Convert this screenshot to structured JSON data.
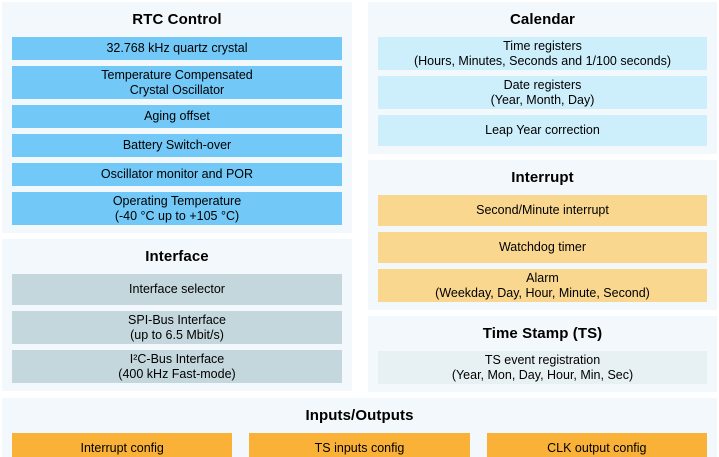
{
  "colors": {
    "page_background": "#ffffff",
    "panel_background": "#f2f8fb",
    "rtc_box": "#72c8f7",
    "calendar_box": "#cdeefb",
    "interface_box": "#c4d7dc",
    "interrupt_box": "#fad78f",
    "io_box": "#f9b237",
    "timestamp_box": "#e7f0f3",
    "text": "#000000"
  },
  "sections": {
    "rtc_control": {
      "title": "RTC Control",
      "boxes": [
        "32.768 kHz quartz crystal",
        "Temperature Compensated\nCrystal Oscillator",
        "Aging offset",
        "Battery Switch-over",
        "Oscillator monitor and POR",
        "Operating Temperature\n(-40 °C up to +105 °C)"
      ]
    },
    "interface": {
      "title": "Interface",
      "boxes": [
        "Interface selector",
        "SPI-Bus Interface\n(up to 6.5 Mbit/s)",
        "I²C-Bus Interface\n(400 kHz Fast-mode)"
      ]
    },
    "calendar": {
      "title": "Calendar",
      "boxes": [
        "Time registers\n(Hours, Minutes, Seconds and 1/100 seconds)",
        "Date registers\n(Year, Month, Day)",
        "Leap Year correction"
      ]
    },
    "interrupt": {
      "title": "Interrupt",
      "boxes": [
        "Second/Minute interrupt",
        "Watchdog timer",
        "Alarm\n(Weekday, Day, Hour, Minute, Second)"
      ]
    },
    "time_stamp": {
      "title": "Time Stamp (TS)",
      "boxes": [
        "TS event registration\n(Year, Mon, Day, Hour, Min, Sec)"
      ]
    },
    "inputs_outputs": {
      "title": "Inputs/Outputs",
      "boxes": [
        "Interrupt config",
        "TS inputs config",
        "CLK output config"
      ]
    }
  }
}
